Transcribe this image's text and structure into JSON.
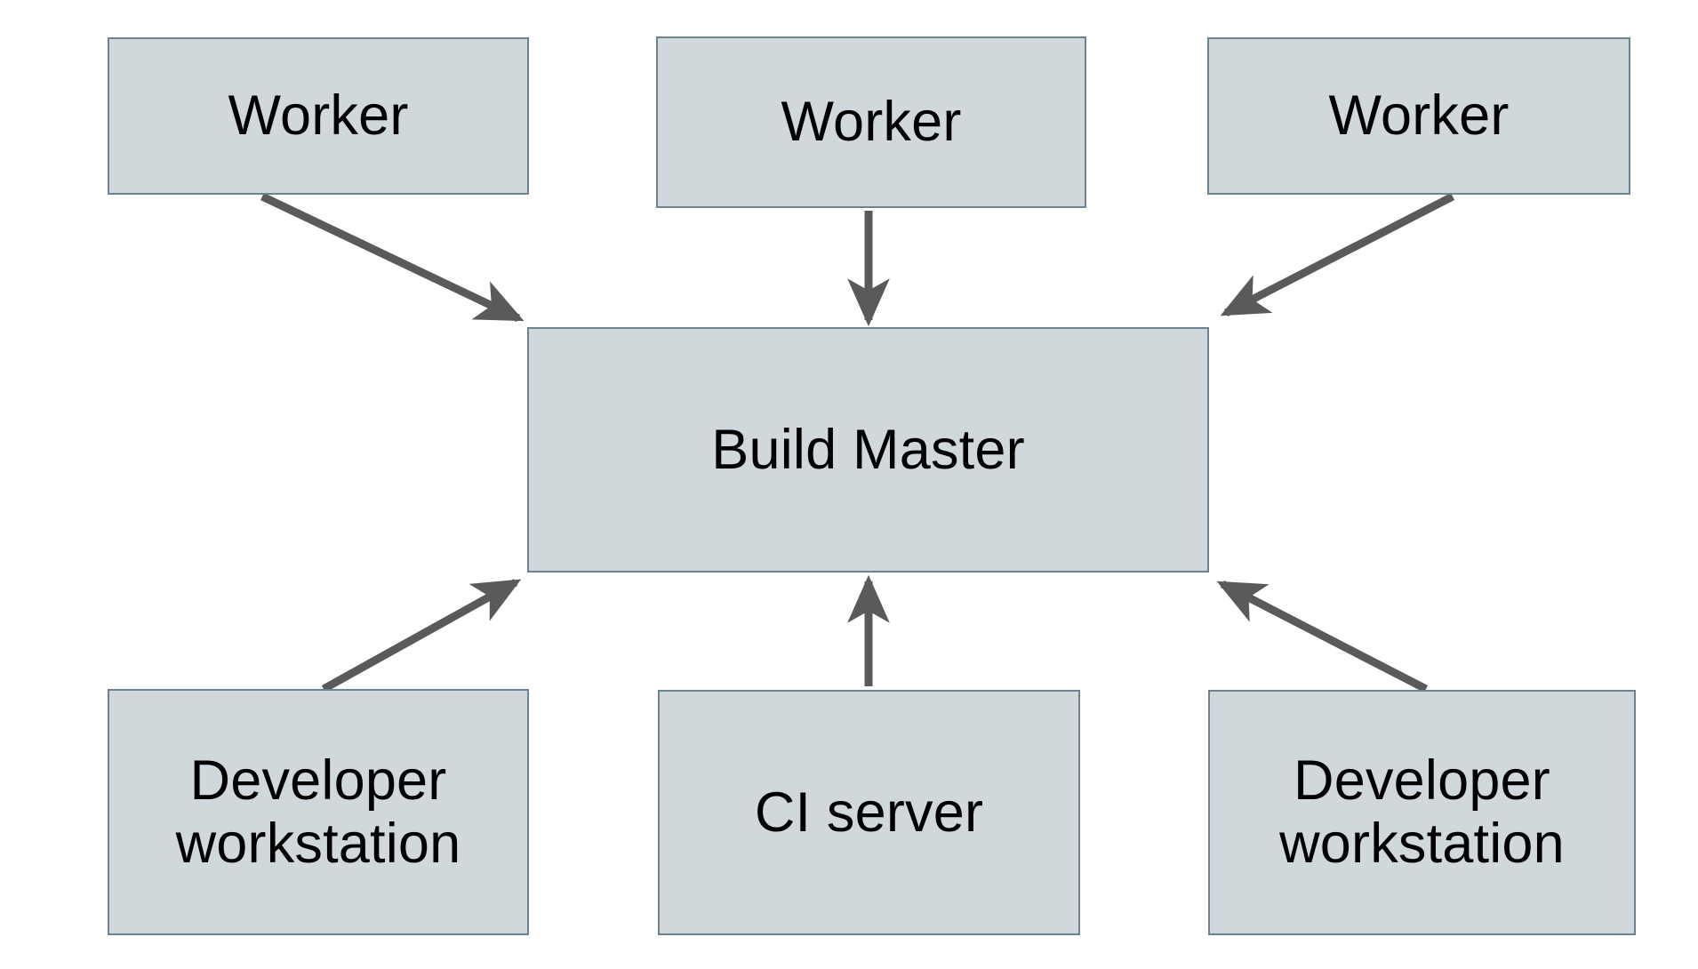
{
  "diagram": {
    "type": "block-architecture",
    "background_color": "#ffffff",
    "node_fill_color": "#d0d8dc",
    "node_border_color": "#6c8391",
    "edge_color": "#5a5a5a",
    "text_color": "#000000",
    "nodes": [
      {
        "id": "worker-1",
        "label": "Worker"
      },
      {
        "id": "worker-2",
        "label": "Worker"
      },
      {
        "id": "worker-3",
        "label": "Worker"
      },
      {
        "id": "build-master",
        "label": "Build Master"
      },
      {
        "id": "dev-ws-left",
        "label": "Developer\nworkstation"
      },
      {
        "id": "ci-server",
        "label": "CI server"
      },
      {
        "id": "dev-ws-right",
        "label": "Developer\nworkstation"
      }
    ],
    "edges": [
      {
        "id": "edge-worker-1-to-build-master",
        "from": "worker-1",
        "to": "build-master",
        "direction": "to-build-master"
      },
      {
        "id": "edge-worker-2-to-build-master",
        "from": "worker-2",
        "to": "build-master",
        "direction": "to-build-master"
      },
      {
        "id": "edge-worker-3-to-build-master",
        "from": "worker-3",
        "to": "build-master",
        "direction": "to-build-master"
      },
      {
        "id": "edge-dev-ws-left-to-build-master",
        "from": "dev-ws-left",
        "to": "build-master",
        "direction": "to-build-master"
      },
      {
        "id": "edge-ci-server-to-build-master",
        "from": "ci-server",
        "to": "build-master",
        "direction": "to-build-master"
      },
      {
        "id": "edge-dev-ws-right-to-build-master",
        "from": "dev-ws-right",
        "to": "build-master",
        "direction": "to-build-master"
      }
    ]
  }
}
